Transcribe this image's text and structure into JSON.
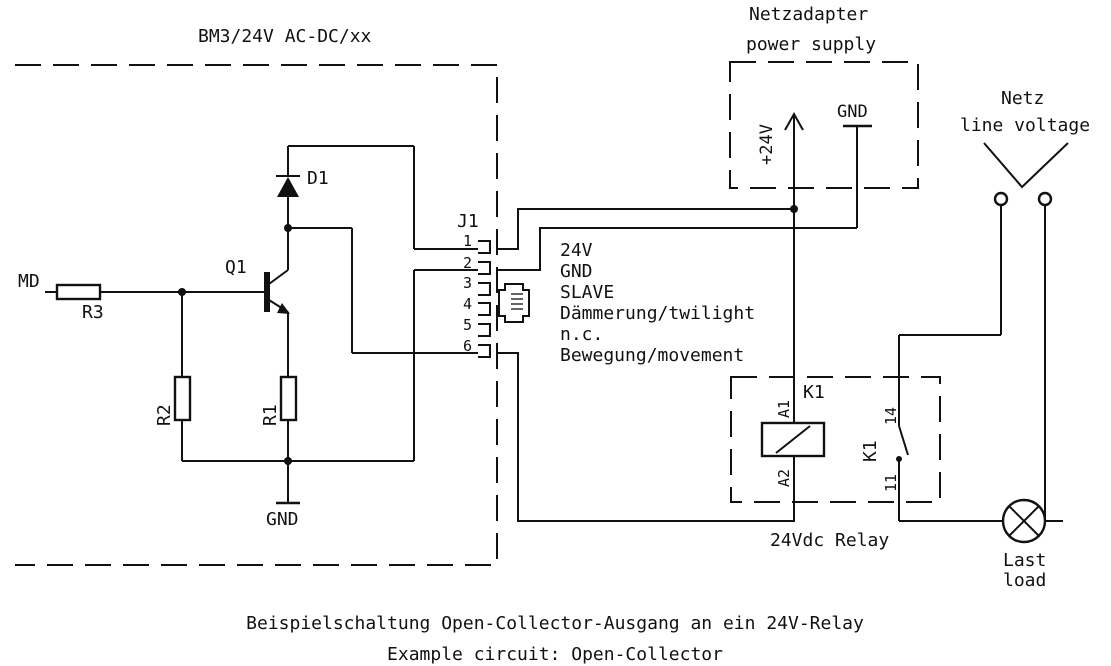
{
  "module_title": "BM3/24V AC-DC/xx",
  "power_supply": {
    "line1": "Netzadapter",
    "line2": "power supply",
    "pos": "+24V",
    "gnd": "GND"
  },
  "mains": {
    "line1": "Netz",
    "line2": "line voltage"
  },
  "components": {
    "input": "MD",
    "r3": "R3",
    "r2": "R2",
    "r1": "R1",
    "q1": "Q1",
    "d1": "D1",
    "gnd": "GND",
    "j1": "J1",
    "k1_box": "K1",
    "k1_contact": "K1",
    "a1": "A1",
    "a2": "A2",
    "p14": "14",
    "p11": "11"
  },
  "pins": [
    "1",
    "2",
    "3",
    "4",
    "5",
    "6"
  ],
  "signals": [
    "24V",
    "GND",
    "SLAVE",
    "Dämmerung/twilight",
    "n.c.",
    "Bewegung/movement"
  ],
  "relay": "24Vdc Relay",
  "load": {
    "line1": "Last",
    "line2": "load"
  },
  "caption": {
    "line1": "Beispielschaltung Open-Collector-Ausgang an ein 24V-Relay",
    "line2": "Example circuit: Open-Collector"
  }
}
